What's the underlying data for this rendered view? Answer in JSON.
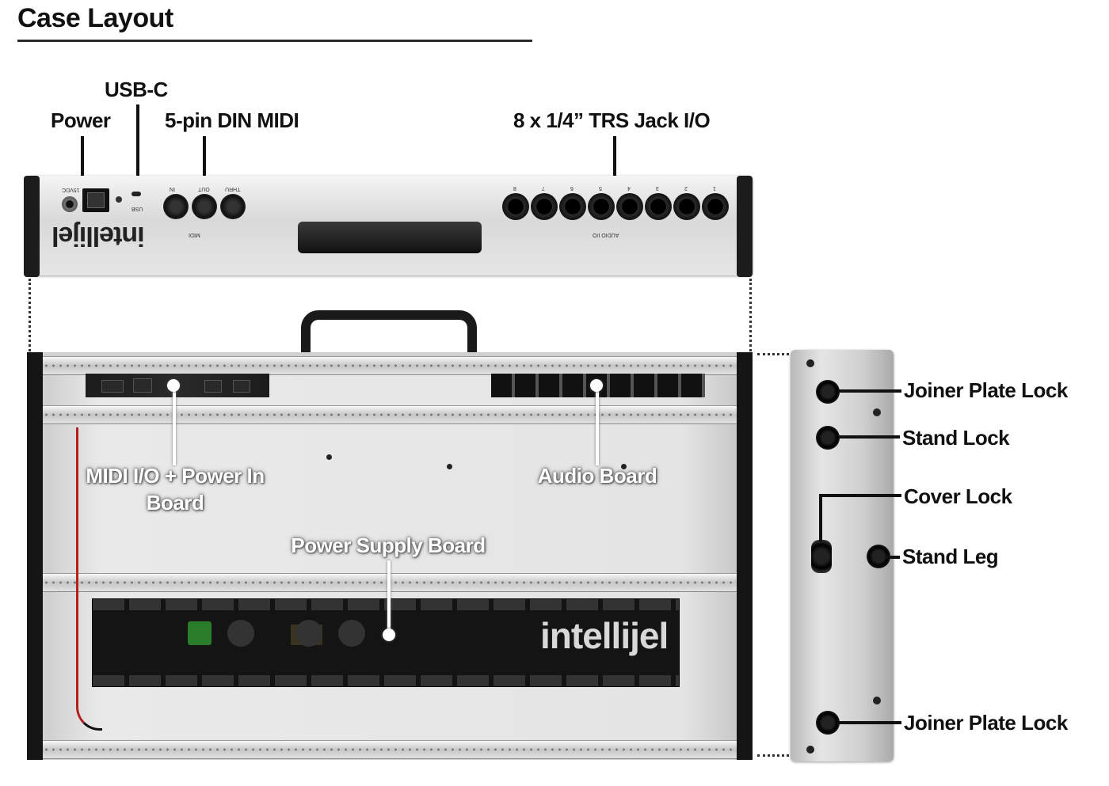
{
  "title": "Case Layout",
  "top_callouts": {
    "power": "Power",
    "usb": "USB-C",
    "midi": "5-pin DIN MIDI",
    "jacks": "8 x 1/4” TRS Jack I/O"
  },
  "panel": {
    "brand": "intellijel",
    "power_spec": "15VDC",
    "usb_label": "USB",
    "midi_ports": [
      "IN",
      "OUT",
      "THRU"
    ],
    "midi_group": "MIDI",
    "audio_group": "AUDIO I/O",
    "jack_numbers": [
      "8",
      "7",
      "6",
      "5",
      "4",
      "3",
      "2",
      "1"
    ]
  },
  "case_labels": {
    "midi_board_line1": "MIDI I/O + Power In",
    "midi_board_line2": "Board",
    "audio_board": "Audio Board",
    "power_supply": "Power Supply Board",
    "board_brand": "intellijel"
  },
  "side_labels": {
    "joiner_top": "Joiner Plate Lock",
    "stand_lock": "Stand Lock",
    "cover_lock": "Cover Lock",
    "stand_leg": "Stand Leg",
    "joiner_bottom": "Joiner Plate Lock"
  },
  "colors": {
    "text": "#111111",
    "panel": "#e0e0e0",
    "board": "#141414",
    "endcap": "#1c1c1c"
  }
}
